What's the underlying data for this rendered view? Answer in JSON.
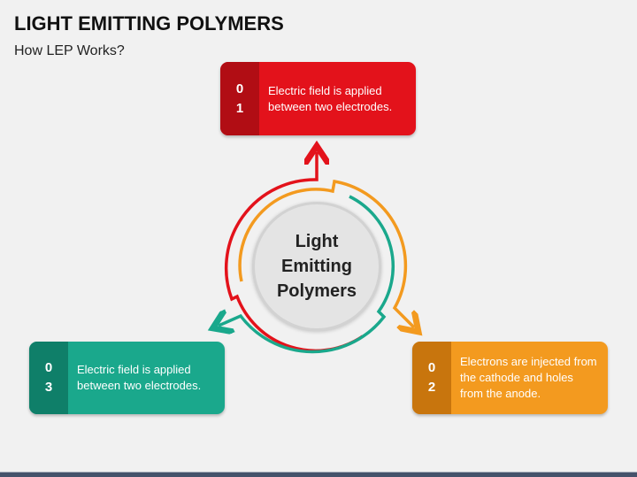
{
  "title": "LIGHT EMITTING POLYMERS",
  "subtitle": "How LEP Works?",
  "center": {
    "line1": "Light",
    "line2": "Emitting",
    "line3": "Polymers"
  },
  "steps": [
    {
      "digit1": "0",
      "digit2": "1",
      "text": "Electric field is applied between two electrodes.",
      "color": "#e3121b",
      "dark": "#b10d14"
    },
    {
      "digit1": "0",
      "digit2": "2",
      "text": "Electrons are injected from the cathode and holes from the anode.",
      "color": "#f39a1f",
      "dark": "#c8750d"
    },
    {
      "digit1": "0",
      "digit2": "3",
      "text": "Electric field is applied between two electrodes.",
      "color": "#1aa88c",
      "dark": "#0f7f69"
    }
  ]
}
